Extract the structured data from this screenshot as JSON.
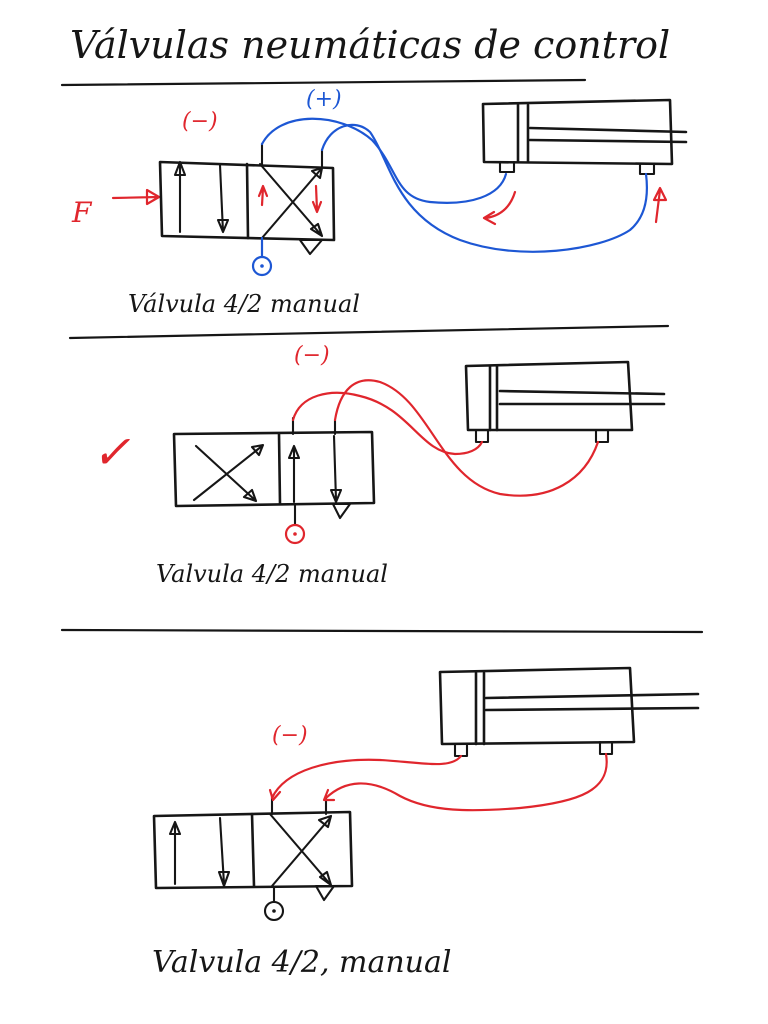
{
  "title": "Válvulas neumáticas de control",
  "colors": {
    "ink": "#161616",
    "red": "#e0262d",
    "blue": "#1d57d4"
  },
  "sections": [
    {
      "label": "Válvula 4/2 manual",
      "minus_sign": "(−)",
      "plus_sign": "(+)",
      "force_label": "F",
      "line_color": "blue"
    },
    {
      "label": "Valvula 4/2 manual",
      "minus_sign": "(−)",
      "check_mark": "✓",
      "line_color": "red"
    },
    {
      "label": "Valvula 4/2, manual",
      "minus_sign": "(−)",
      "line_color": "red"
    }
  ]
}
